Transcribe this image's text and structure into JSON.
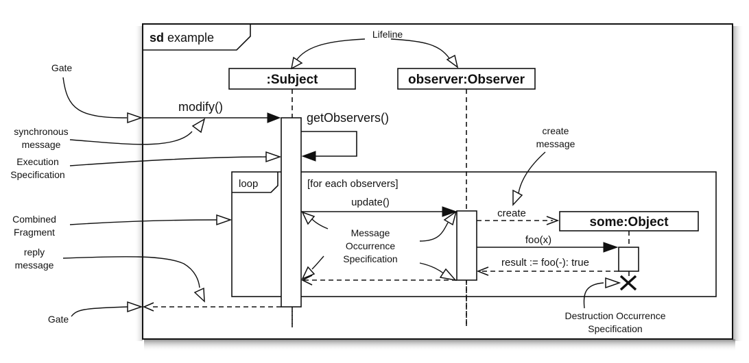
{
  "frame": {
    "keyword": "sd",
    "name": "example"
  },
  "lifelines": [
    {
      "label": ":Subject"
    },
    {
      "label": "observer:Observer"
    },
    {
      "label": "some:Object"
    }
  ],
  "fragment": {
    "operator": "loop",
    "guard": "[for each observers]"
  },
  "messages": {
    "modify": "modify()",
    "getObservers": "getObservers()",
    "update": "update()",
    "create": "create",
    "foo": "foo(x)",
    "result": "result := foo(-): true"
  },
  "annotations": {
    "lifeline": "Lifeline",
    "gate_top": "Gate",
    "synchronous_message": [
      "synchronous",
      "message"
    ],
    "execution_specification": [
      "Execution",
      "Specification"
    ],
    "combined_fragment": [
      "Combined",
      "Fragment"
    ],
    "reply_message": [
      "reply",
      "message"
    ],
    "gate_bottom": "Gate",
    "create_message": [
      "create",
      "message"
    ],
    "message_occurrence": [
      "Message",
      "Occurrence",
      "Specification"
    ],
    "destruction_occurrence": [
      "Destruction Occurrence",
      "Specification"
    ]
  }
}
